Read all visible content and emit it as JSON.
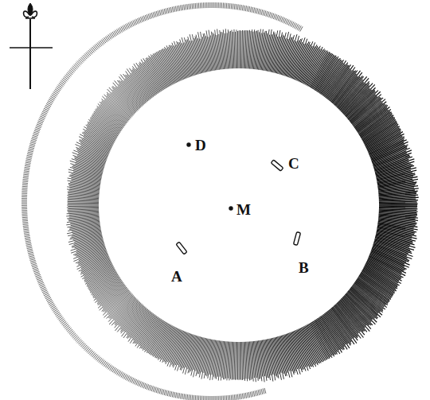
{
  "diagram": {
    "labels": [
      "D",
      "C",
      "M",
      "A",
      "B"
    ]
  }
}
